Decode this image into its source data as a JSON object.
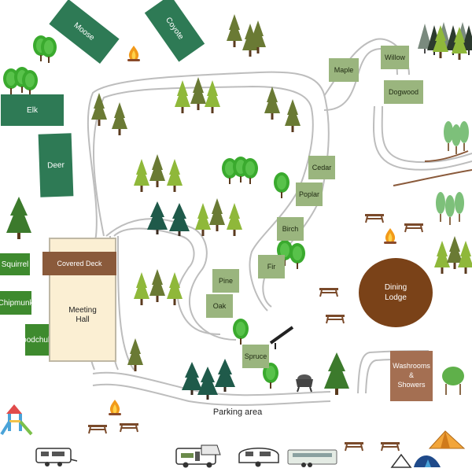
{
  "map": {
    "cabins": {
      "moose": "Moose",
      "coyote": "Coyote",
      "elk": "Elk",
      "deer": "Deer",
      "squirrel": "Squirrel",
      "chipmunk": "Chipmunk",
      "woodchuk": "Woodchuk",
      "maple": "Maple",
      "willow": "Willow",
      "dogwood": "Dogwood",
      "cedar": "Cedar",
      "poplar": "Poplar",
      "birch": "Birch",
      "fir": "Fir",
      "pine": "Pine",
      "oak": "Oak",
      "spruce": "Spruce"
    },
    "buildings": {
      "covered_deck": "Covered Deck",
      "meeting_hall_line1": "Meeting",
      "meeting_hall_line2": "Hall",
      "dining_lodge_line1": "Dining",
      "dining_lodge_line2": "Lodge",
      "washrooms_line1": "Washrooms",
      "washrooms_line2": "&",
      "washrooms_line3": "Showers"
    },
    "parking_label": "Parking area"
  },
  "colors": {
    "cabin_dark": "#2e7a55",
    "cabin_mid": "#3e8a2e",
    "cabin_light": "#9ab57e",
    "path": "#bdbdbd",
    "deck": "#8a5a3b",
    "lodge": "#7a4218",
    "washrooms": "#a46f52",
    "hall": "#fbefd3"
  },
  "icons": [
    "conifer-tree-icon",
    "deciduous-tree-icon",
    "campfire-icon",
    "picnic-table-icon",
    "bench-icon",
    "bbq-grill-icon",
    "playground-icon",
    "rv-icon",
    "camper-trailer-icon",
    "tent-icon"
  ]
}
